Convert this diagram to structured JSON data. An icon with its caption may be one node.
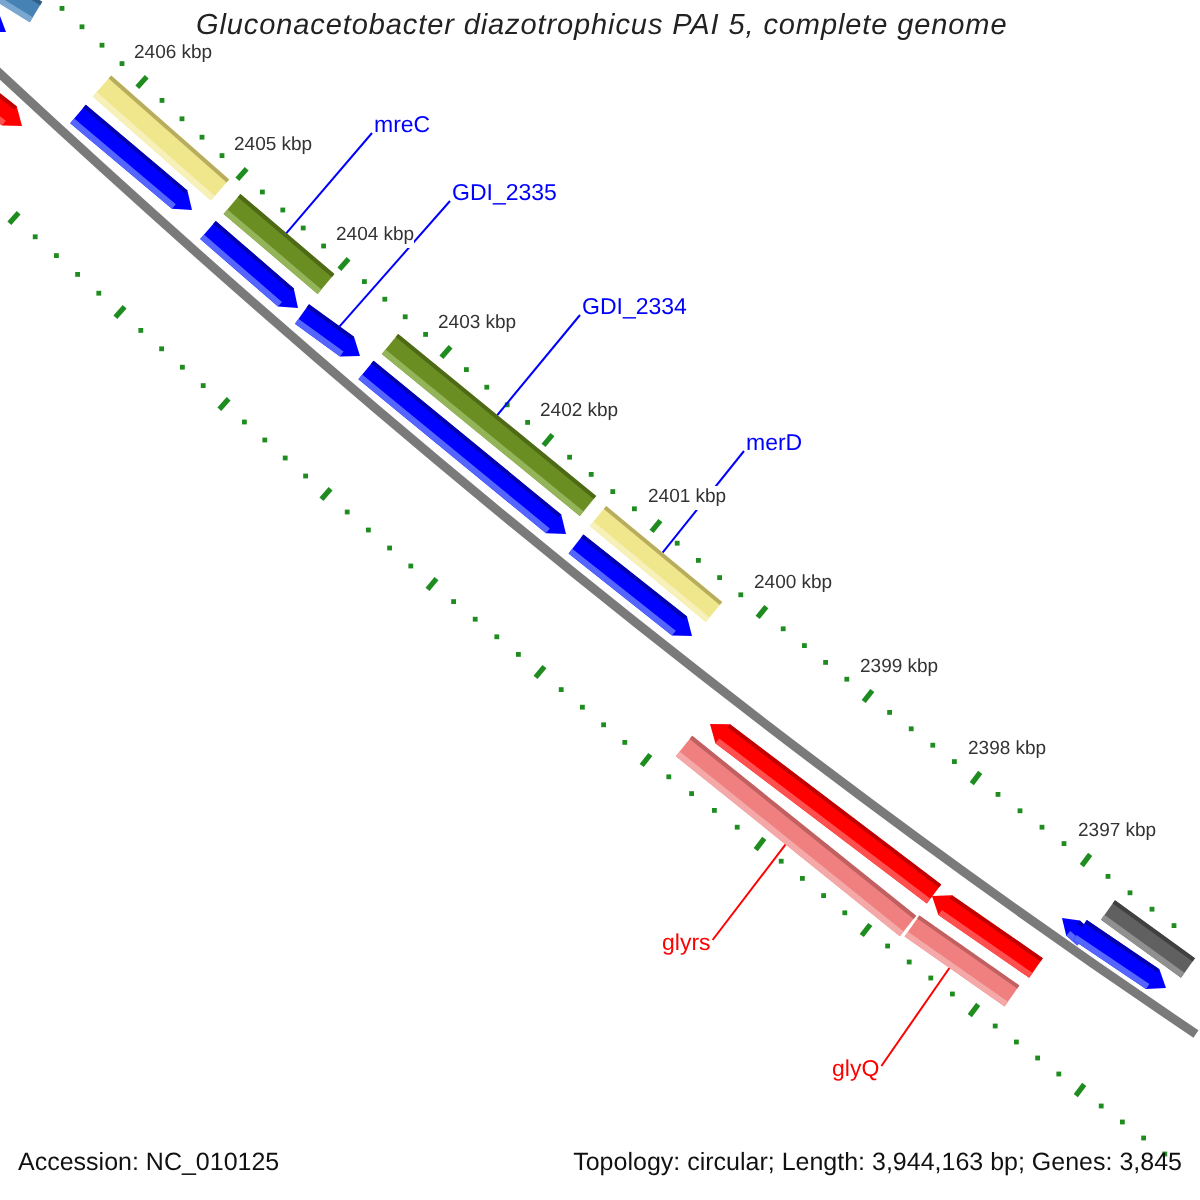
{
  "diagram": {
    "title": "Gluconacetobacter diazotrophicus PAI 5, complete genome",
    "nodes": [
      {
        "text": [
          "mreC"
        ]
      },
      {
        "text": [],
        "shape": "bar"
      },
      {
        "text": [
          "GDI_2335"
        ]
      },
      {
        "text": [],
        "shape": "bar"
      },
      {
        "text": [
          "GDI_2334"
        ]
      },
      {
        "text": [],
        "shape": "bar"
      },
      {
        "text": [
          "merD"
        ]
      },
      {
        "text": [],
        "shape": "bar"
      },
      {
        "text": [
          "glyrs"
        ]
      },
      {
        "text": [],
        "shape": "bar"
      },
      {
        "text": [
          "glyQ"
        ]
      },
      {
        "text": [],
        "shape": "bar"
      },
      {
        "text": [],
        "shape": "bar"
      },
      {
        "text": [],
        "shape": "bar"
      },
      {
        "text": [],
        "shape": "bar"
      },
      {
        "text": [],
        "shape": "bar"
      },
      {
        "text": [],
        "shape": "bar"
      },
      {
        "text": [],
        "shape": "bar"
      },
      {
        "text": [],
        "shape": "bar"
      },
      {
        "text": [],
        "shape": "bar"
      },
      {
        "text": [],
        "shape": "bar"
      },
      {
        "text": [],
        "shape": "bar"
      },
      {
        "text": [],
        "shape": "bar"
      },
      {
        "text": [],
        "shape": "bar"
      },
      {
        "text": [],
        "shape": "bar"
      }
    ],
    "edges": [
      {
        "from": 0,
        "to": 1,
        "arrow": "none"
      },
      {
        "from": 2,
        "to": 3,
        "arrow": "none"
      },
      {
        "from": 4,
        "to": 5,
        "arrow": "none"
      },
      {
        "from": 6,
        "to": 7,
        "arrow": "none"
      },
      {
        "from": 8,
        "to": 9,
        "arrow": "none",
        "color": "#ff0000"
      },
      {
        "from": 10,
        "to": 11,
        "arrow": "none",
        "color": "#ff0000"
      }
    ],
    "labels": [
      "2406 kbp",
      "2405 kbp",
      "2404 kbp",
      "2403 kbp",
      "2402 kbp",
      "2401 kbp",
      "2400 kbp",
      "2399 kbp",
      "2398 kbp",
      "2397 kbp",
      "Accession: NC_010125",
      "Topology: circular; Length: 3,944,163 bp; Genes: 3,845"
    ]
  }
}
